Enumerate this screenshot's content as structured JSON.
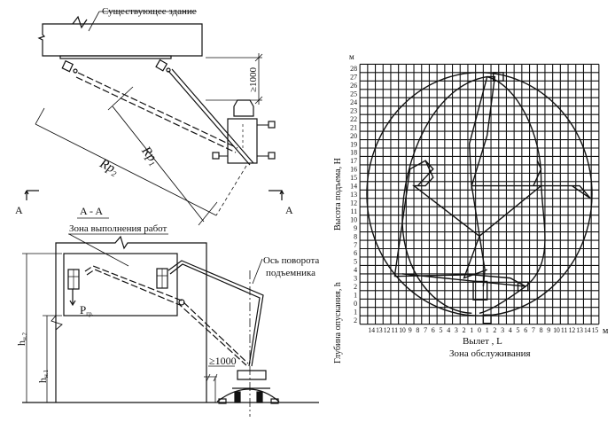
{
  "plan": {
    "building_label": "Существующее здание",
    "clearance": "≥1000",
    "rp1": "Rp",
    "rp1_sub": "1",
    "rp2": "Rp",
    "rp2_sub": "2",
    "section_left": "A",
    "section_right": "A",
    "section_title": "A - A"
  },
  "elevation": {
    "work_zone_label": "Зона выполнения работ",
    "axis_label_1": "Ось поворота",
    "axis_label_2": "подъемника",
    "load": "P",
    "load_sub": "гр.",
    "h2": "h",
    "h2_sub": "н.2",
    "h1": "h",
    "h1_sub": "н.1",
    "clearance": "≥1000"
  },
  "grid": {
    "y_unit": "м",
    "x_unit": "м",
    "y_label_up": "Высота подъема, H",
    "y_label_down": "Глубина опускания, h",
    "x_label": "Вылет , L",
    "caption": "Зона обслуживания",
    "x_ticks": [
      "14",
      "13",
      "12",
      "11",
      "10",
      "9",
      "8",
      "7",
      "6",
      "5",
      "4",
      "3",
      "2",
      "1",
      "0",
      "1",
      "2",
      "3",
      "4",
      "5",
      "6",
      "7",
      "8",
      "9",
      "10",
      "11",
      "12",
      "13",
      "14",
      "15"
    ],
    "x_tick_values": [
      -14,
      -13,
      -12,
      -11,
      -10,
      -9,
      -8,
      -7,
      -6,
      -5,
      -4,
      -3,
      -2,
      -1,
      0,
      1,
      2,
      3,
      4,
      5,
      6,
      7,
      8,
      9,
      10,
      11,
      12,
      13,
      14,
      15
    ],
    "y_ticks": [
      "28",
      "27",
      "26",
      "25",
      "24",
      "23",
      "22",
      "21",
      "20",
      "19",
      "18",
      "17",
      "16",
      "15",
      "14",
      "13",
      "12",
      "11",
      "10",
      "9",
      "8",
      "7",
      "6",
      "5",
      "4",
      "3",
      "2",
      "1",
      "0",
      "1",
      "2"
    ],
    "y_tick_values": [
      28,
      27,
      26,
      25,
      24,
      23,
      22,
      21,
      20,
      19,
      18,
      17,
      16,
      15,
      14,
      13,
      12,
      11,
      10,
      9,
      8,
      7,
      6,
      5,
      4,
      3,
      2,
      1,
      0,
      -1,
      -2
    ]
  }
}
